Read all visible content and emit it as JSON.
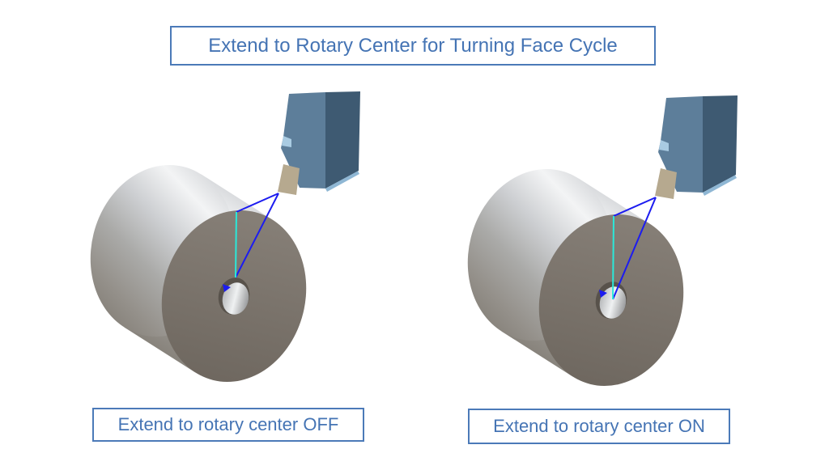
{
  "title": {
    "label": "Extend to Rotary Center for Turning Face Cycle"
  },
  "panels": [
    {
      "id": "off",
      "caption": "Extend to rotary center OFF",
      "toolpath_mode": "OFF"
    },
    {
      "id": "on",
      "caption": "Extend to rotary center ON",
      "toolpath_mode": "ON"
    }
  ],
  "colors": {
    "accent_text_blue": "#4574b4",
    "box_border_blue": "#4b7ab8",
    "toolpath_rapid_blue": "#1c1cf0",
    "toolpath_cut_cyan": "#2ae9da",
    "tool_holder_light": "#5d7e9a",
    "tool_holder_dark": "#3e5a72",
    "tool_holder_step": "#a9cbe2",
    "tool_insert_tan": "#b6a98f",
    "workpiece_face_taupe": "#7b746c",
    "workpiece_silver_highlight": "#f3f4f5",
    "background": "#ffffff"
  }
}
